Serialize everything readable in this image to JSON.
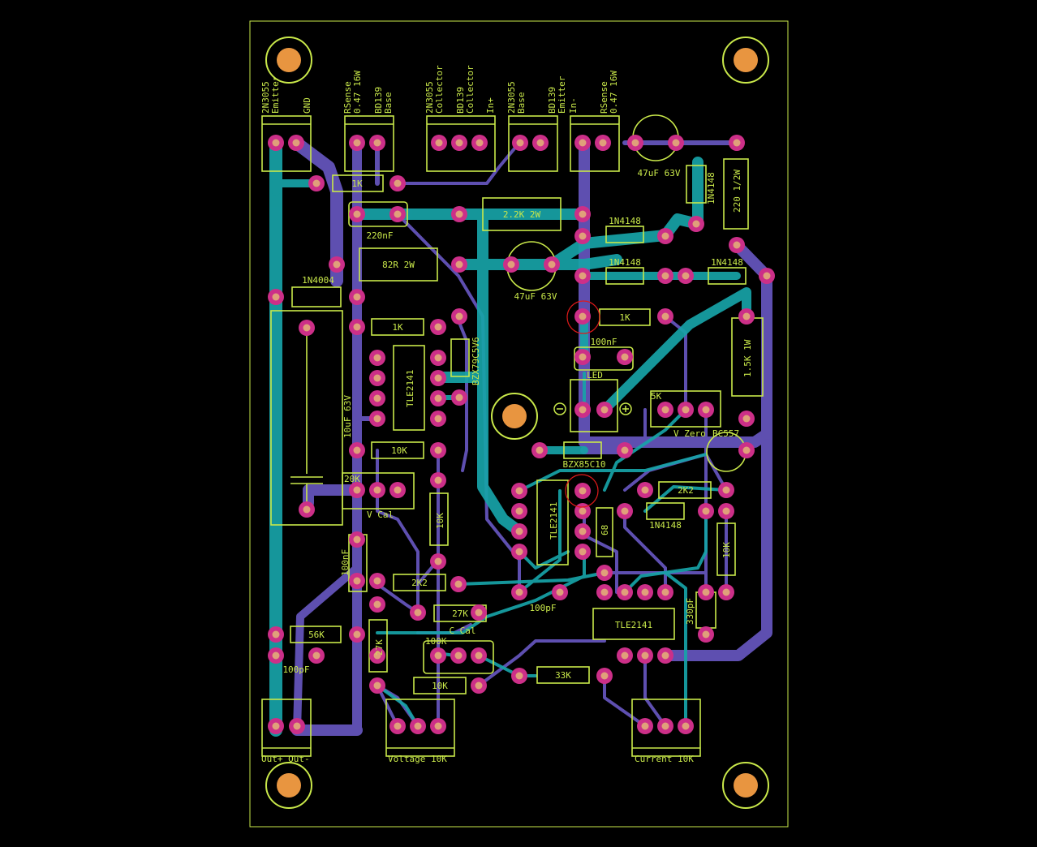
{
  "colors": {
    "background": "#000000",
    "outline": "#c9e84a",
    "silk": "#c9e84a",
    "bottom_trace": "#5e4fb0",
    "top_trace": "#17a3a8",
    "pad": "#cc2f88",
    "pad_hole": "#e0a07a",
    "mount_ring": "#c9e84a",
    "mount_hole": "#e89540",
    "drc_marker": "#e01a1a"
  },
  "connectors": {
    "h1_pin1": "2N3055\nEmitter",
    "h1_pin2": "GND",
    "h2_pin1": "RSense\n0.47 16W",
    "h2_pin2": "BD139\nBase",
    "h3_pin1": "2N3055\nCollector",
    "h3_pin2": "BD139\nCollector",
    "h3_pin3": "In+",
    "h4_pin1": "2N3055\nBase",
    "h4_pin2": "BD139\nEmitter",
    "h5_pin1": "In-",
    "h5_pin2": "RSense\n0.47 16W",
    "out": "Out+ Out-",
    "voltage": "Voltage 10K",
    "current": "Current 10K"
  },
  "components": {
    "r_1k_top": "1K",
    "c_220nf": "220nF",
    "r_2k2_2w": "2.2K 2W",
    "r_82r_2w": "82R 2W",
    "c_47uf_mid": "47uF 63V",
    "c_47uf_top": "47uF 63V",
    "d_1n4148_a": "1N4148",
    "d_1n4148_b": "1N4148",
    "d_1n4148_c": "1N4148",
    "d_1n4148_v": "1N4148",
    "d_1n4148_low": "1N4148",
    "r_220": "220 1/2W",
    "d_1n4004": "1N4004",
    "r_1k_a": "1K",
    "r_1k_b": "1K",
    "c_100nf_led": "100nF",
    "led": "LED",
    "r_1k5": "1.5K 1W",
    "z_bzx79": "BZX79C5V6",
    "ic_tle_a": "TLE2141",
    "ic_tle_b": "TLE2141",
    "ic_tle_c": "TLE2141",
    "c_10uf": "10uF 63V",
    "r_10k_a": "10K",
    "pot_5k": "5K",
    "v_zero": "V Zero",
    "bc557": "BC557",
    "z_bzx85": "BZX85C10",
    "pot_20k": "20K",
    "v_cal": "V Cal",
    "r_10k_vert": "10K",
    "r_68": "68",
    "r_2k2_right": "2K2",
    "r_10k_right": "10K",
    "c_100nf_vert": "100nF",
    "r_2k2_mid": "2K2",
    "c_100pf_mid": "100pF",
    "r_27k_h": "27K",
    "c_cal": "C Cal",
    "c_330pf": "330pF",
    "r_56k": "56K",
    "r_27k_v": "27K",
    "pot_100k": "100K",
    "c_100pf_left": "100pF",
    "r_33k": "33K",
    "r_10k_bottom": "10K"
  }
}
